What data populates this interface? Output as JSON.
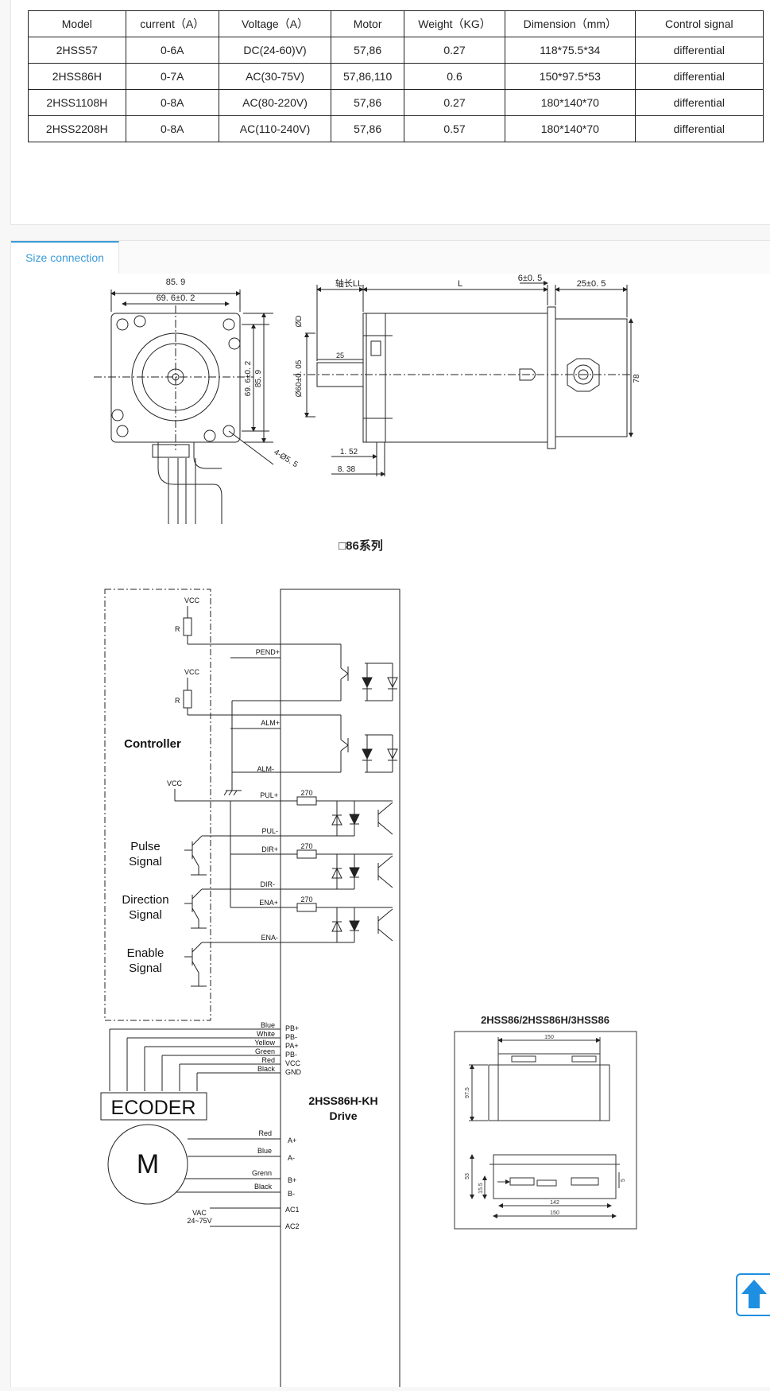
{
  "specs_table": {
    "headers": [
      "Model",
      "current（A）",
      "Voltage（A）",
      "Motor",
      "Weight（KG）",
      "Dimension（mm）",
      "Control signal"
    ],
    "rows": [
      [
        "2HSS57",
        "0-6A",
        "DC(24-60)V)",
        "57,86",
        "0.27",
        "118*75.5*34",
        "differential"
      ],
      [
        "2HSS86H",
        "0-7A",
        "AC(30-75V)",
        "57,86,110",
        "0.6",
        "150*97.5*53",
        "differential"
      ],
      [
        "2HSS1108H",
        "0-8A",
        "AC(80-220V)",
        "57,86",
        "0.27",
        "180*140*70",
        "differential"
      ],
      [
        "2HSS2208H",
        "0-8A",
        "AC(110-240V)",
        "57,86",
        "0.57",
        "180*140*70",
        "differential"
      ]
    ]
  },
  "tabs": {
    "active_label": "Size connection"
  },
  "motor_drawing": {
    "dim_width": "85. 9",
    "dim_hole_spacing": "69. 6±0. 2",
    "dim_vert_hole": "69. 6±0. 2",
    "dim_vert_width": "85. 9",
    "dim_holes": "4-Ø5. 5",
    "dim_shaft_len": "轴长LL",
    "dim_body_len": "L",
    "dim_flange": "6±0. 5",
    "dim_encoder": "25±0. 5",
    "dim_shaft_dia": "ØD",
    "dim_key": "25",
    "dim_pilot": "Ø60±0. 05",
    "dim_height": "78",
    "dim_152": "1. 52",
    "dim_838": "8. 38",
    "caption": "□86系列"
  },
  "wiring": {
    "controller": "Controller",
    "vcc": "VCC",
    "r": "R",
    "pulse_1": "Pulse",
    "pulse_2": "Signal",
    "dir_1": "Direction",
    "dir_2": "Signal",
    "ena_1": "Enable",
    "ena_2": "Signal",
    "pend": "PEND+",
    "alm_p": "ALM+",
    "alm_m": "ALM-",
    "pul_p": "PUL+",
    "pul_m": "PUL-",
    "dir_p": "DIR+",
    "dir_m": "DIR-",
    "ena_p": "ENA+",
    "ena_m": "ENA-",
    "r270": "270",
    "enc_wires": [
      "Blue",
      "White",
      "Yellow",
      "Green",
      "Red",
      "Black"
    ],
    "enc_pins": [
      "PB+",
      "PB-",
      "PA+",
      "PB-",
      "VCC",
      "GND"
    ],
    "encoder": "ECODER",
    "motor": "M",
    "motor_wires": [
      "Red",
      "Blue",
      "Grenn",
      "Black"
    ],
    "motor_pins": [
      "A+",
      "A-",
      "B+",
      "B-"
    ],
    "ac1": "AC1",
    "ac2": "AC2",
    "vac_1": "VAC",
    "vac_2": "24~75V",
    "drive_1": "2HSS86H-KH",
    "drive_2": "Drive"
  },
  "driver_drawing": {
    "title": "2HSS86/2HSS86H/3HSS86",
    "w150": "150",
    "h975": "97.5",
    "h53": "53",
    "h155": "15.5",
    "w142": "142",
    "w150b": "150",
    "d5": "5"
  }
}
